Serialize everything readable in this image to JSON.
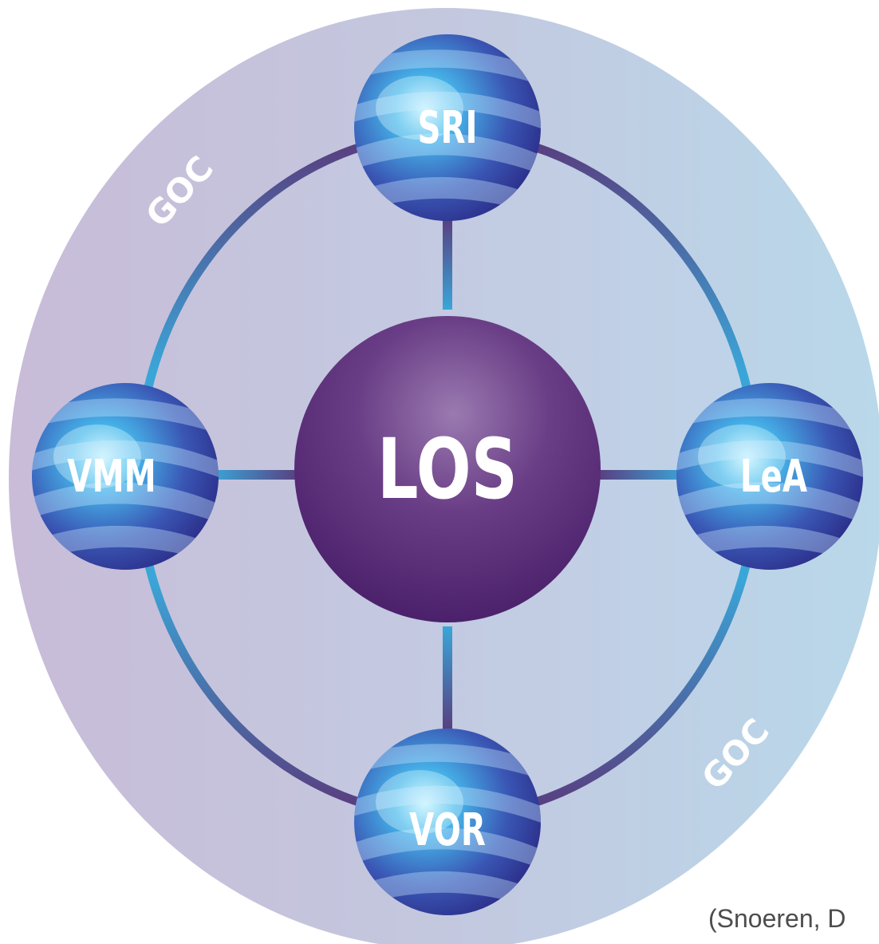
{
  "diagram": {
    "center_label": "LOS",
    "nodes": {
      "top": "SRI",
      "left": "VMM",
      "right": "LeA",
      "bottom": "VOR"
    },
    "outer_ring_labels": [
      "GOC",
      "GOC"
    ]
  },
  "citation": "(Snoeren, D"
}
